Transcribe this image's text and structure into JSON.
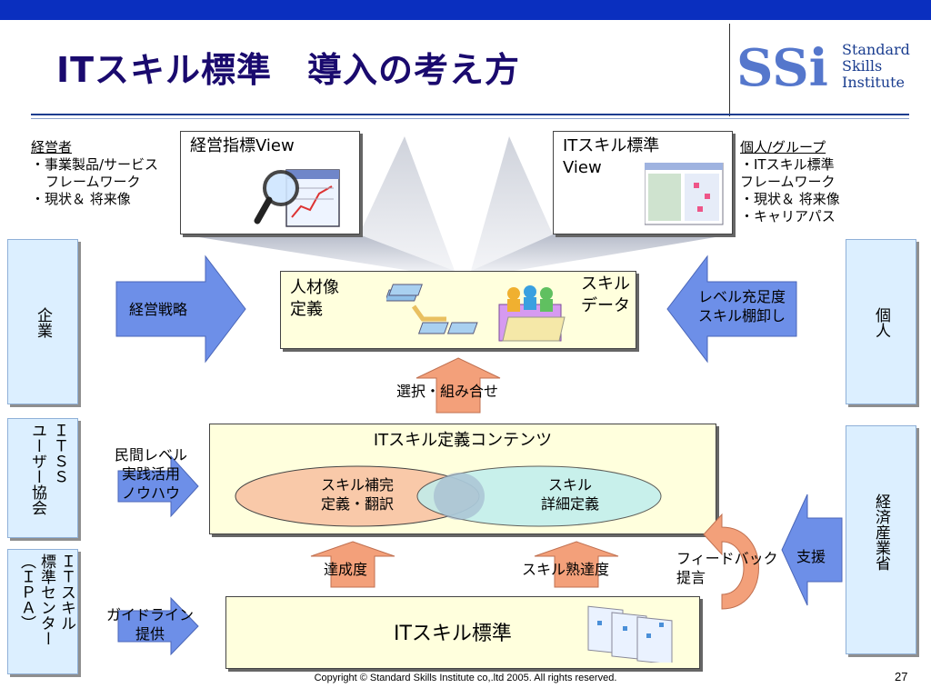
{
  "title": "ITスキル標準　導入の考え方",
  "logo": {
    "mark": "SSi",
    "line1": "Standard",
    "line2": "Skills",
    "line3": "Institute"
  },
  "left_note": {
    "heading": "経営者",
    "item1": "・事業製品/サービス",
    "item1b": "フレームワーク",
    "item2": "・現状＆ 将来像"
  },
  "right_note": {
    "heading": "個人/グループ",
    "item1": "・ITスキル標準",
    "item1b": "フレームワーク",
    "item2": "・現状＆ 将来像",
    "item3": "・キャリアパス"
  },
  "view_left": {
    "label": "経営指標View"
  },
  "view_right": {
    "line1": "ITスキル標準",
    "line2": "View"
  },
  "side_left_top": "企業",
  "side_right_top": "個人",
  "side_left_mid": {
    "col1": "ＩＴＳＳ",
    "col2": "ユーザー協会"
  },
  "side_left_bot": {
    "col1": "ＩＴスキル",
    "col2": "標準センター",
    "col3": "（ＩＰＡ）"
  },
  "side_right_bot": "経済産業省",
  "arrow_strategy": "経営戦略",
  "arrow_level": {
    "line1": "レベル充足度",
    "line2": "スキル棚卸し"
  },
  "center_box": {
    "left1": "人材像",
    "left2": "定義",
    "right1": "スキル",
    "right2": "データ"
  },
  "select_label": "選択・組み合せ",
  "contents_box": {
    "title": "ITスキル定義コンテンツ",
    "ellipse_left1": "スキル補完",
    "ellipse_left2": "定義・翻訳",
    "ellipse_right1": "スキル",
    "ellipse_right2": "詳細定義"
  },
  "minkan": {
    "line1": "民間レベル",
    "line2": "実践活用",
    "line3": "ノウハウ"
  },
  "achievement": "達成度",
  "proficiency": "スキル熟達度",
  "feedback": {
    "line1": "フィードバック",
    "line2": "提言"
  },
  "support": "支援",
  "guideline": {
    "line1": "ガイドライン",
    "line2": "提供"
  },
  "standard_box": "ITスキル標準",
  "footer": "Copyright © Standard Skills Institute co,.ltd 2005. All rights reserved.",
  "page_number": "27",
  "colors": {
    "topbar": "#0a2fbf",
    "title": "#1a0a6e",
    "arrow_blue": "#6d8fe8",
    "arrow_orange": "#f3a07a",
    "side_panel": "#dcefff",
    "cream": "#ffffdd",
    "ellipse_left": "#f9c9a9",
    "ellipse_right": "#bfeeee"
  }
}
